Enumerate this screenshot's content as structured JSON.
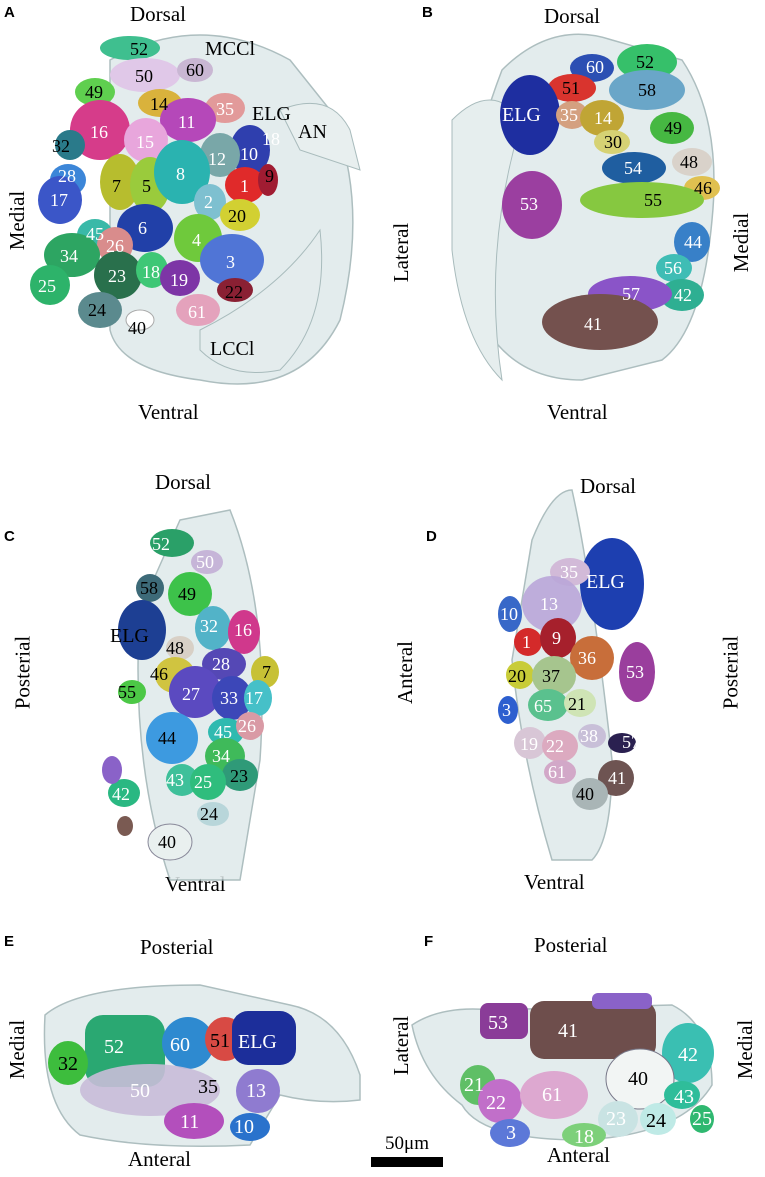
{
  "panels": [
    {
      "id": "A",
      "orientation": {
        "top": "Dorsal",
        "bottom": "Ventral",
        "left": "Medial",
        "right": ""
      },
      "structure_labels": [
        "MCCl",
        "ELG",
        "AN",
        "LCCl"
      ],
      "cluster_labels": [
        "52",
        "60",
        "50",
        "49",
        "14",
        "35",
        "16",
        "11",
        "15",
        "18",
        "10",
        "12",
        "32",
        "28",
        "7",
        "5",
        "8",
        "1",
        "9",
        "17",
        "2",
        "20",
        "6",
        "4",
        "45",
        "26",
        "34",
        "23",
        "18",
        "3",
        "25",
        "19",
        "22",
        "24",
        "61",
        "40"
      ]
    },
    {
      "id": "B",
      "orientation": {
        "top": "Dorsal",
        "bottom": "Ventral",
        "left": "Lateral",
        "right": "Medial"
      },
      "structure_labels": [
        "ELG"
      ],
      "cluster_labels": [
        "60",
        "52",
        "51",
        "58",
        "35",
        "14",
        "49",
        "30",
        "48",
        "54",
        "46",
        "53",
        "55",
        "44",
        "56",
        "42",
        "57",
        "41"
      ]
    },
    {
      "id": "C",
      "orientation": {
        "top": "Dorsal",
        "bottom": "Ventral",
        "left": "Posterial",
        "right": ""
      },
      "structure_labels": [
        "ELG"
      ],
      "cluster_labels": [
        "52",
        "50",
        "58",
        "49",
        "32",
        "16",
        "48",
        "28",
        "46",
        "7",
        "27",
        "33",
        "17",
        "55",
        "45",
        "26",
        "44",
        "34",
        "23",
        "43",
        "25",
        "42",
        "24",
        "40"
      ]
    },
    {
      "id": "D",
      "orientation": {
        "top": "Dorsal",
        "bottom": "Ventral",
        "left": "Anteral",
        "right": "Posterial"
      },
      "structure_labels": [
        "ELG"
      ],
      "cluster_labels": [
        "35",
        "13",
        "10",
        "1",
        "9",
        "36",
        "20",
        "37",
        "53",
        "3",
        "65",
        "21",
        "19",
        "22",
        "38",
        "57",
        "61",
        "41",
        "40"
      ]
    },
    {
      "id": "E",
      "orientation": {
        "top": "Posterial",
        "bottom": "Anteral",
        "left": "Medial",
        "right": ""
      },
      "structure_labels": [
        "ELG"
      ],
      "cluster_labels": [
        "52",
        "60",
        "51",
        "32",
        "50",
        "35",
        "13",
        "11",
        "10"
      ]
    },
    {
      "id": "F",
      "orientation": {
        "top": "Posterial",
        "bottom": "Anteral",
        "left": "Lateral",
        "right": "Medial"
      },
      "structure_labels": [],
      "cluster_labels": [
        "53",
        "41",
        "42",
        "40",
        "21",
        "22",
        "61",
        "43",
        "23",
        "24",
        "25",
        "3",
        "18"
      ]
    }
  ],
  "scale_bar": {
    "label": "50μm",
    "color": "#000000"
  },
  "colors": {
    "ghost": "#dfe9ea",
    "ghost_stroke": "#9fb3b5"
  }
}
